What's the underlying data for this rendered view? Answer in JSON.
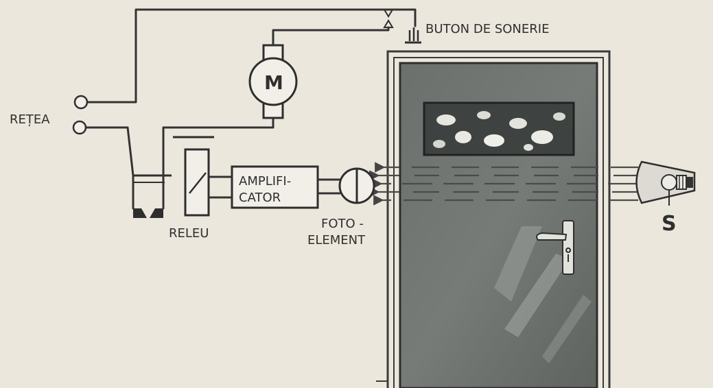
{
  "labels": {
    "retea": "REȚEA",
    "buton": "BUTON DE SONERIE",
    "motor": "M",
    "amplificator_l1": "AMPLIFI-",
    "amplificator_l2": "CATOR",
    "releu": "RELEU",
    "foto_l1": "FOTO -",
    "foto_l2": "ELEMENT",
    "sursa": "S"
  },
  "colors": {
    "paper": "#ebe7dc",
    "ink": "#333333",
    "door": "#6e7370",
    "door_dark": "#4f5451",
    "window": "#3c3f3e"
  }
}
